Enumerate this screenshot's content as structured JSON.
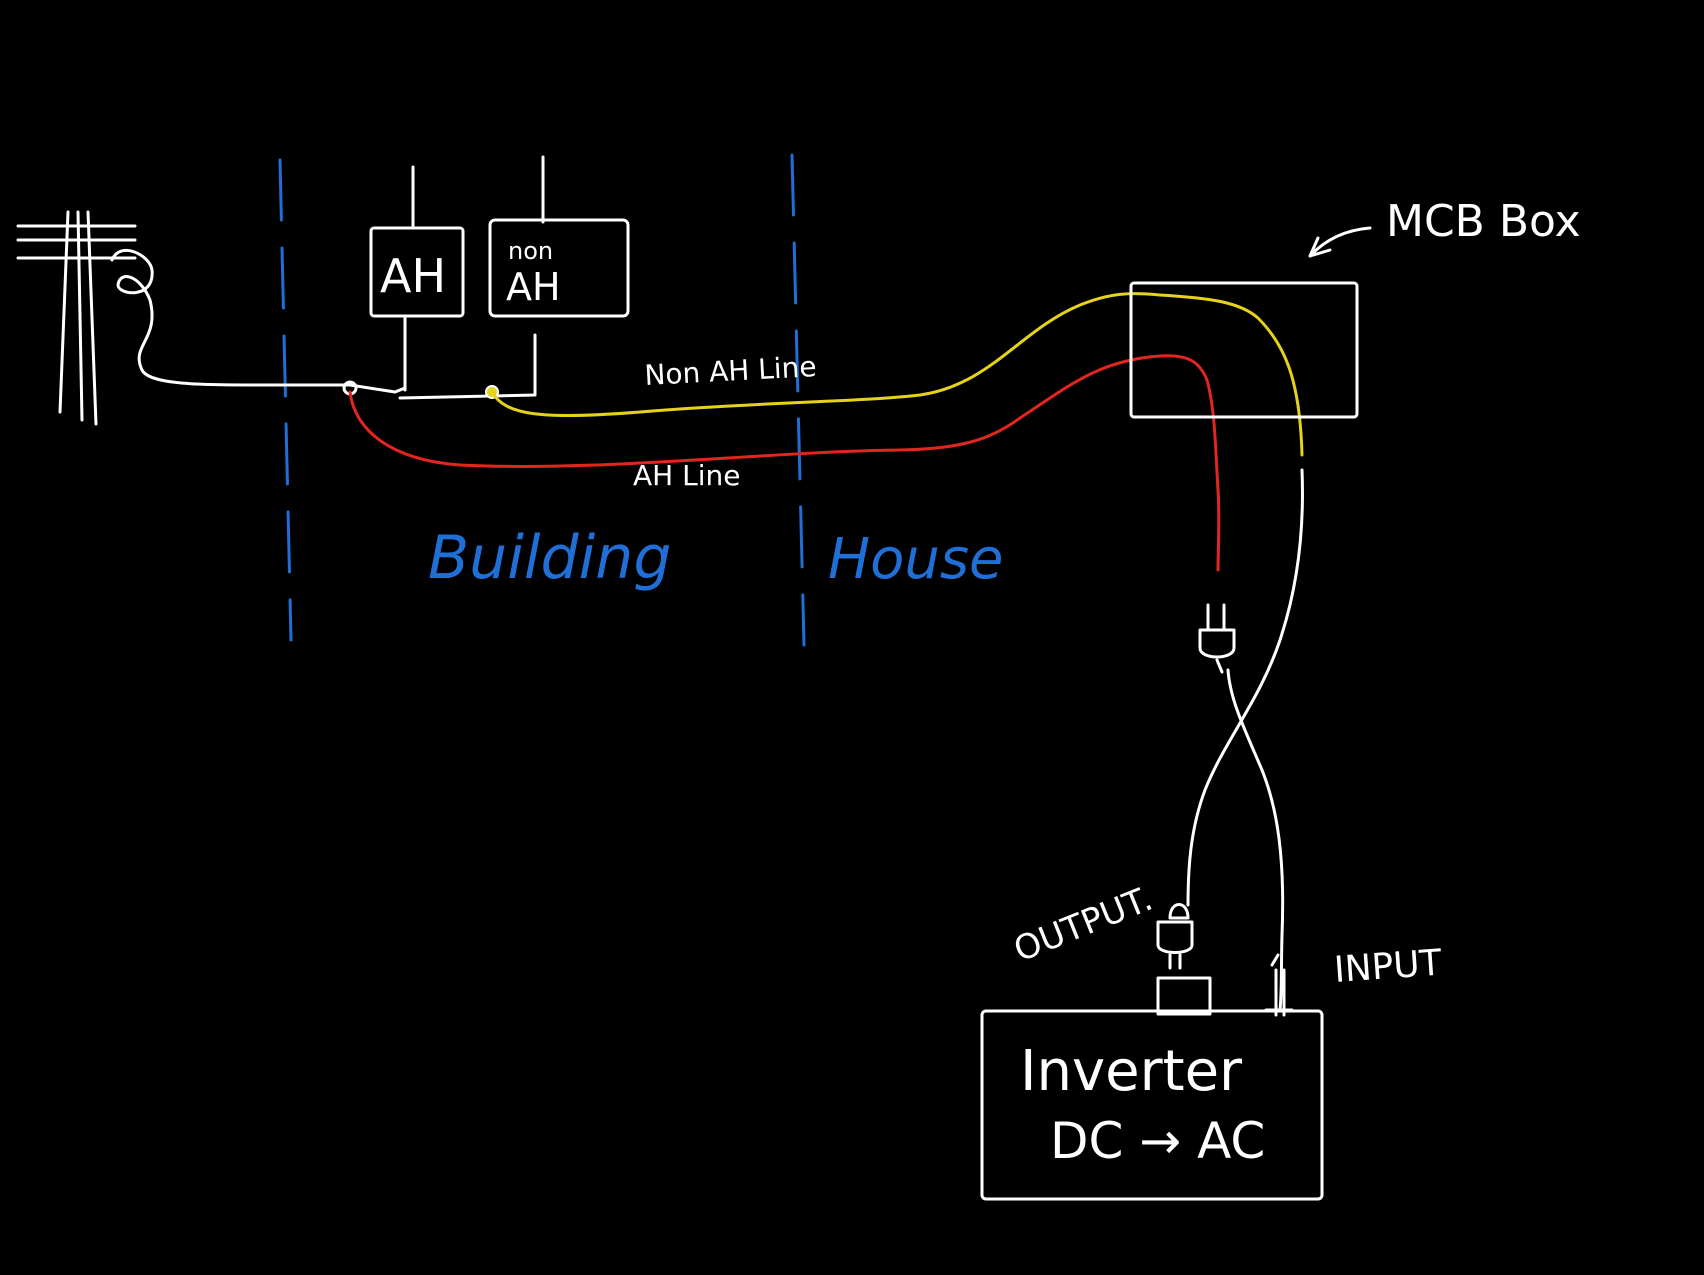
{
  "labels": {
    "ah_meter": "AH",
    "non_ah_meter_top": "non",
    "non_ah_meter_bottom": "AH",
    "non_ah_line": "Non AH Line",
    "ah_line": "AH Line",
    "building": "Building",
    "house": "House",
    "mcb_box": "MCB Box",
    "output": "OUTPUT.",
    "input": "INPUT",
    "inverter_title": "Inverter",
    "inverter_sub": "DC → AC"
  },
  "colors": {
    "background": "#000000",
    "ink": "#ffffff",
    "zone_divider": "#1f6fd6",
    "non_ah_wire": "#e5d21a",
    "ah_wire": "#e0261f"
  },
  "icons": {
    "utility_pole": "utility-pole-icon",
    "output_plug": "plug-icon",
    "input_plug": "plug-icon"
  }
}
